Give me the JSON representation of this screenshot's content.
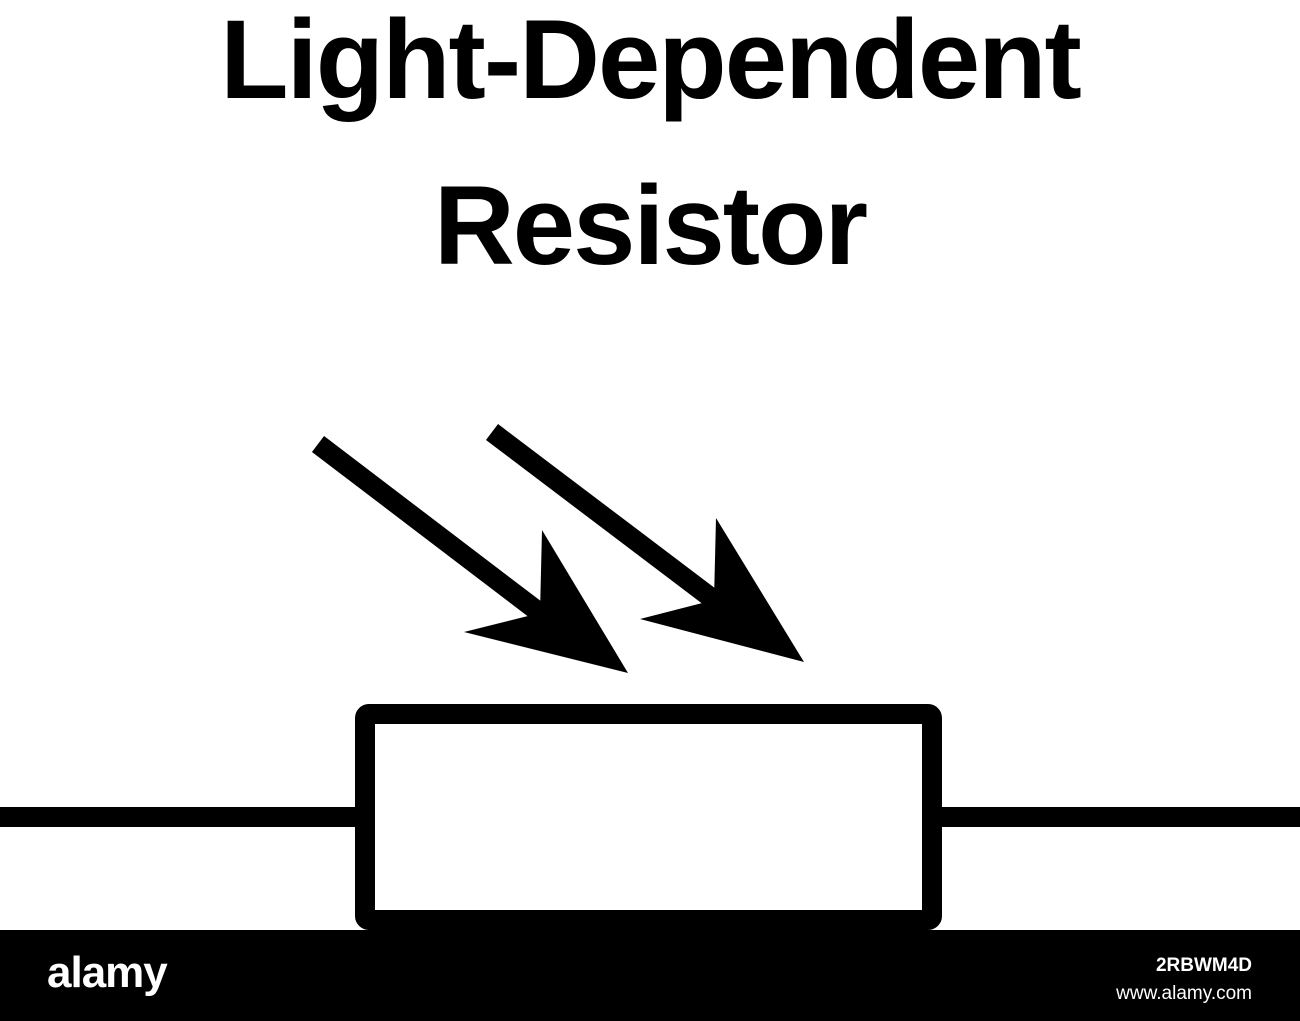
{
  "title": {
    "line1": "Light-Dependent",
    "line2": "Resistor"
  },
  "symbol": {
    "component": "resistor",
    "incident_light_arrows": 2,
    "stroke_color": "#000000",
    "fill_color": "#ffffff"
  },
  "watermark": {
    "brand": "alamy",
    "image_id": "2RBWM4D",
    "url": "www.alamy.com",
    "bar_color": "#000000",
    "text_color": "#ffffff"
  }
}
